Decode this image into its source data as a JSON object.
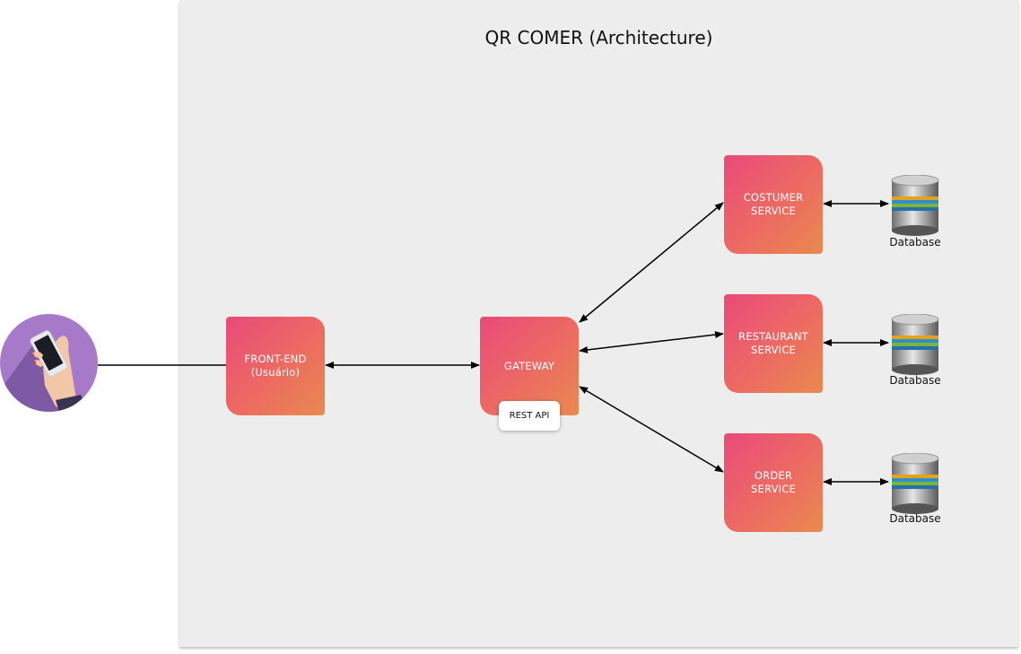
{
  "diagram": {
    "title": "QR COMER (Architecture)",
    "nodes": {
      "frontend": "FRONT-END\n(Usuário)",
      "gateway": "GATEWAY",
      "gateway_badge": "REST API",
      "costumer": "COSTUMER\nSERVICE",
      "restaurant": "RESTAURANT\nSERVICE",
      "order": "ORDER\nSERVICE"
    },
    "databases": [
      "Database",
      "Database",
      "Database"
    ],
    "icons": {
      "user": "hand-holding-phone-icon",
      "database": "database-cylinder-icon"
    },
    "colors": {
      "panel": "#ededed",
      "node_gradient_start": "#ea4a7a",
      "node_gradient_end": "#e98a4e",
      "user_circle": "#a77ac9"
    }
  }
}
